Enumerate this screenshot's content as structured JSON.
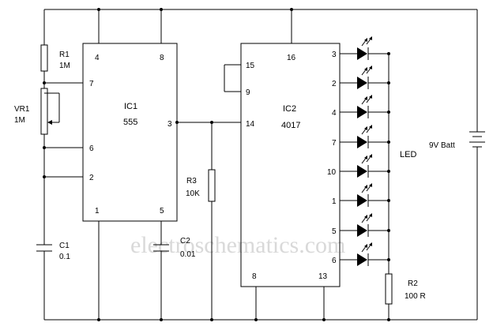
{
  "watermark": "electroschematics.com",
  "components": {
    "r1": {
      "ref": "R1",
      "value": "1M"
    },
    "vr1": {
      "ref": "VR1",
      "value": "1M"
    },
    "c1": {
      "ref": "C1",
      "value": "0.1"
    },
    "ic1": {
      "ref": "IC1",
      "value": "555",
      "pins": {
        "p4": "4",
        "p8": "8",
        "p7": "7",
        "p6": "6",
        "p2": "2",
        "p3": "3",
        "p1": "1",
        "p5": "5"
      }
    },
    "r3": {
      "ref": "R3",
      "value": "10K"
    },
    "c2": {
      "ref": "C2",
      "value": "0.01"
    },
    "ic2": {
      "ref": "IC2",
      "value": "4017",
      "pins": {
        "p15": "15",
        "p16": "16",
        "p9": "9",
        "p14": "14",
        "p8": "8",
        "p13": "13"
      }
    },
    "r2": {
      "ref": "R2",
      "value": "100 R"
    },
    "battery": {
      "label": "9V Batt"
    },
    "led_label": "LED"
  },
  "outputs": [
    "3",
    "2",
    "4",
    "7",
    "10",
    "1",
    "5",
    "6"
  ]
}
